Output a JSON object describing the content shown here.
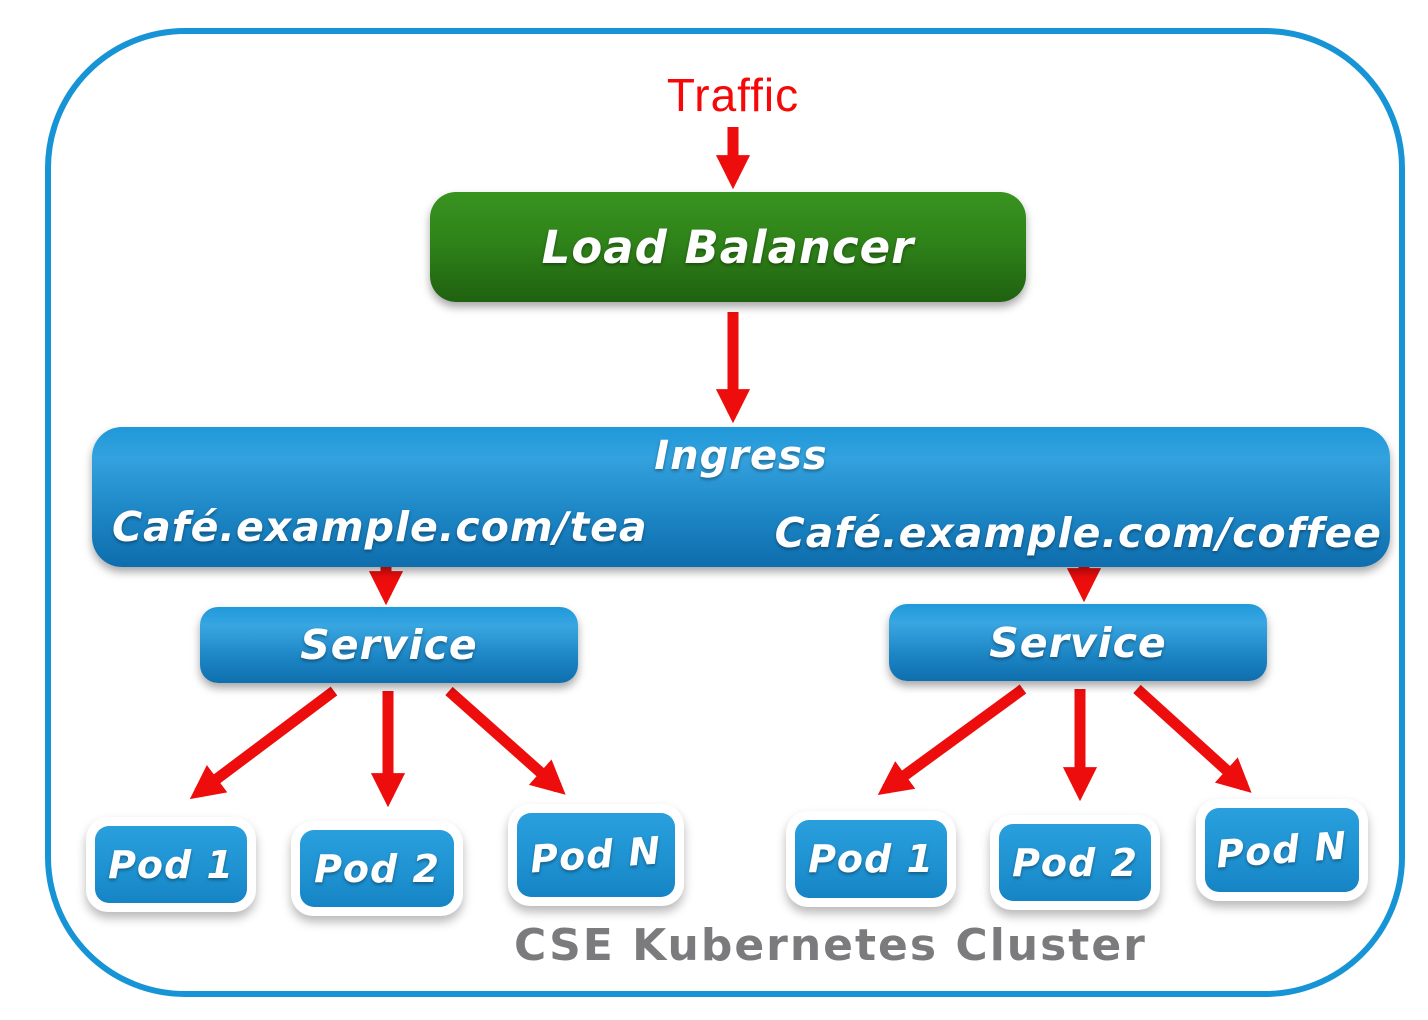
{
  "diagram": {
    "traffic_label": "Traffic",
    "load_balancer": {
      "label": "Load Balancer"
    },
    "ingress": {
      "label": "Ingress",
      "left_rule": "Café.example.com/tea",
      "right_rule": "Café.example.com/coffee"
    },
    "services": [
      {
        "label": "Service"
      },
      {
        "label": "Service"
      }
    ],
    "pod_groups": [
      {
        "pods": [
          "Pod 1",
          "Pod 2",
          "Pod N"
        ]
      },
      {
        "pods": [
          "Pod 1",
          "Pod 2",
          "Pod N"
        ]
      }
    ],
    "cluster_label": "CSE Kubernetes Cluster",
    "colors": {
      "arrow_red": "#ee0d0d",
      "traffic_text": "#f70808",
      "boundary_blue": "#1794d6",
      "blue_box_top": "#33a2de",
      "blue_box_bottom": "#0e6dad",
      "green_box_top": "#38931f",
      "green_box_bottom": "#1f6110",
      "cluster_text": "#7b7b7e"
    }
  }
}
